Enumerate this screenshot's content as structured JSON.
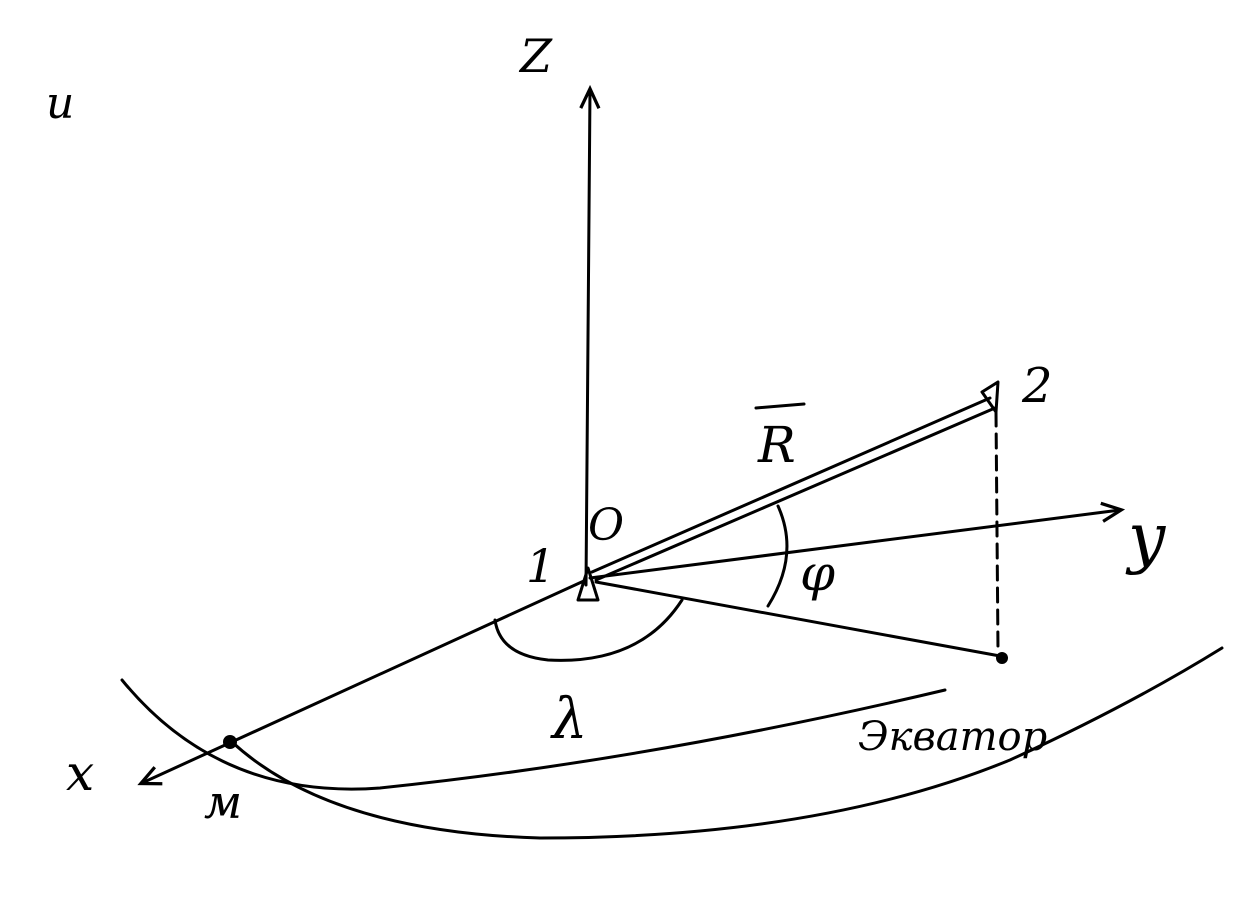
{
  "labels": {
    "z_axis": "Z",
    "y_axis": "y",
    "x_axis": "x",
    "origin": "O",
    "point_1": "1",
    "point_2": "2",
    "vector_r": "R",
    "angle_phi": "φ",
    "angle_lambda": "λ",
    "equator": "Экватор",
    "corner_mark": "u",
    "meridian_point": "м"
  },
  "colors": {
    "ink": "#000000",
    "paper": "#ffffff"
  }
}
